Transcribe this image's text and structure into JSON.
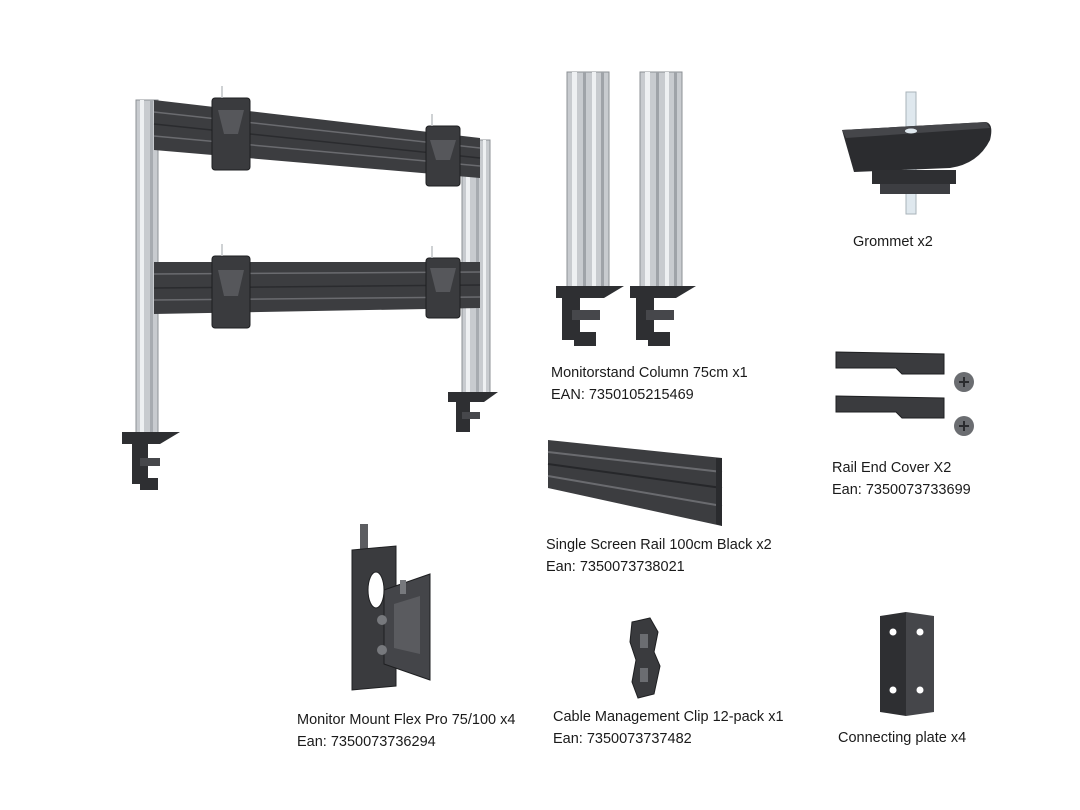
{
  "colors": {
    "rail": "#3c3d40",
    "rail_dark": "#2a2b2e",
    "column_silver": "#c4c7cb",
    "column_light": "#e8eaec",
    "bracket": "#2e2f32",
    "text": "#1a1a1a"
  },
  "items": [
    {
      "id": "monitorstand-column",
      "icon": "monitor-column-icon",
      "name": "Monitorstand Column 75cm x1",
      "ean": "EAN: 7350105215469"
    },
    {
      "id": "grommet",
      "icon": "grommet-icon",
      "name": "Grommet x2",
      "ean": ""
    },
    {
      "id": "rail-end-cover",
      "icon": "rail-end-cover-icon",
      "name": "Rail End Cover X2",
      "ean": "Ean: 7350073733699"
    },
    {
      "id": "single-screen-rail",
      "icon": "screen-rail-icon",
      "name": "Single Screen Rail 100cm Black x2",
      "ean": "Ean: 7350073738021"
    },
    {
      "id": "monitor-mount",
      "icon": "monitor-mount-icon",
      "name": "Monitor Mount Flex Pro 75/100 x4",
      "ean": "Ean: 7350073736294"
    },
    {
      "id": "cable-clip",
      "icon": "cable-clip-icon",
      "name": "Cable Management Clip 12-pack x1",
      "ean": "Ean: 7350073737482"
    },
    {
      "id": "connecting-plate",
      "icon": "connecting-plate-icon",
      "name": "Connecting plate x4",
      "ean": ""
    }
  ]
}
